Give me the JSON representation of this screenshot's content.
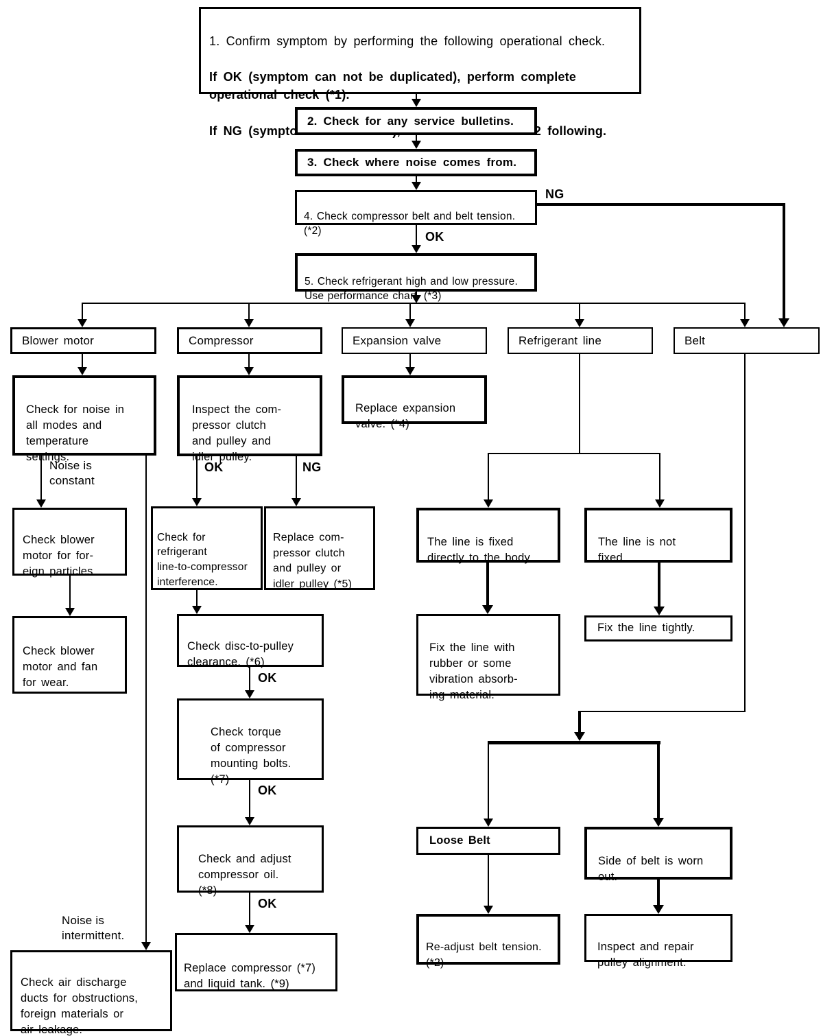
{
  "steps": {
    "step1": {
      "line1": "1. Confirm symptom by performing the following operational check.",
      "line2": "If OK (symptom can not be duplicated), perform complete\noperational check (*1).",
      "line3": "If NG (symptom is confirmed), continue with STEP-2 following."
    },
    "step2": "2. Check for any service bulletins.",
    "step3": "3. Check where noise comes from.",
    "step4": "4. Check compressor belt and belt tension.\n(*2)",
    "step5": "5. Check refrigerant high and low pressure.\nUse performance chart. (*3)"
  },
  "labels": {
    "ok": "OK",
    "ng": "NG",
    "noise_constant": "Noise is\nconstant",
    "noise_intermittent": "Noise is\nintermittent."
  },
  "branches": {
    "blower": {
      "header": "Blower motor",
      "check_noise": "Check for noise in\nall modes and\ntemperature\nsettings.",
      "foreign_particles": "Check blower\nmotor for for-\neign particles.",
      "fan_wear": "Check blower\nmotor and fan\nfor wear.",
      "air_ducts": "Check air discharge\nducts for obstructions,\nforeign materials or\nair leakage."
    },
    "compressor": {
      "header": "Compressor",
      "inspect": "Inspect the com-\npressor clutch\nand pulley and\nidler pulley.",
      "interference": "Check for\nrefrigerant\nline-to-compressor\ninterference.",
      "replace_clutch": "Replace com-\npressor clutch\nand pulley or\nidler pulley (*5)",
      "disc_clearance": "Check disc-to-pulley\nclearance. (*6)",
      "torque": "Check torque\nof compressor\nmounting bolts.\n(*7)",
      "adjust_oil": "Check and adjust\ncompressor oil.\n(*8)",
      "replace": "Replace compressor (*7)\nand liquid tank. (*9)"
    },
    "expansion": {
      "header": "Expansion valve",
      "replace_valve": "Replace expansion\nvalve. (*4)"
    },
    "refrigerant": {
      "header": "Refrigerant line",
      "fixed_body": "The line is fixed\ndirectly to the body.",
      "not_fixed": "The line is not\nfixed.",
      "fix_rubber": "Fix the line with\nrubber or some\nvibration absorb-\ning material.",
      "fix_tightly": "Fix the line tightly."
    },
    "belt": {
      "header": "Belt",
      "loose": "Loose Belt",
      "worn": "Side of belt is worn\nout.",
      "readjust": "Re-adjust belt tension.\n(*2)",
      "pulley": "Inspect and repair\npulley alignment."
    }
  },
  "colors": {
    "line": "#000000",
    "background": "#ffffff",
    "text": "#000000"
  }
}
